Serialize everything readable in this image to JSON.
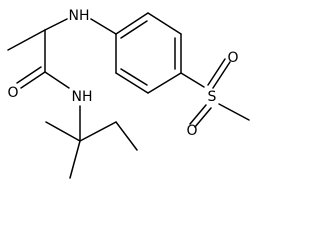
{
  "molecule": {
    "atoms": {
      "amine_n": "NH",
      "carbonyl_o": "O",
      "amide_n": "NH",
      "sulfur": "S",
      "sulfonyl_o1": "O",
      "sulfonyl_o2": "O"
    },
    "colors": {
      "bond": "#000000",
      "label": "#000000",
      "background": "#ffffff"
    }
  }
}
